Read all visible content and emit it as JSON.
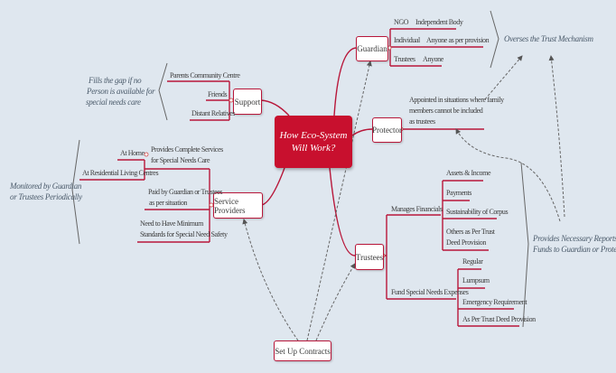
{
  "center": "How Eco-System Will Work?",
  "guardian": {
    "label": "Guardian",
    "items": [
      [
        "NGO",
        "Independent Body"
      ],
      [
        "Individual",
        "Anyone as per provision"
      ],
      [
        "Trustees",
        "Anyone"
      ]
    ],
    "note": "Overses the Trust Mechanism"
  },
  "protector": {
    "label": "Protector",
    "text1": "Appointed in situations where family",
    "text2": "members  cannot be included",
    "text3": "as trustees"
  },
  "trustees": {
    "label": "Trustees",
    "financials": "Manages Financials",
    "fin_items": [
      "Assets & Income",
      "Payments",
      "Sustainability of Corpus",
      "Others as Per Trust",
      "Deed Provision"
    ],
    "expenses": "Fund Special Needs Expenses",
    "exp_items": [
      "Regular",
      "Lumpsum",
      "Emergency Requirement",
      "As Per Trust Deed Provision"
    ],
    "note1": "Provides Necessary Reports or",
    "note2": "Funds to Guardian or Protector"
  },
  "support": {
    "label": "Support",
    "items": [
      "Parents Community Centre",
      "Friends",
      "Distant Relatives"
    ],
    "note1": "Fills the gap if no",
    "note2": "Person is available for",
    "note3": "special needs care"
  },
  "service": {
    "label": "Service Providers",
    "home": "At Home",
    "residential": "At Residential Living Centres",
    "complete1": "Provides Complete Services",
    "complete2": "for Special Needs Care",
    "paid1": "Paid by Guardian or Trustees",
    "paid2": "as per situation",
    "need1": "Need to Have Minimum",
    "need2": "Standards for Special Need Safety",
    "note1": "Monitored by Guardian",
    "note2": "or Trustees Periodically"
  },
  "contracts": {
    "label": "Set Up Contracts"
  },
  "colors": {
    "accent": "#c8102e",
    "background": "#dfe7ef"
  }
}
